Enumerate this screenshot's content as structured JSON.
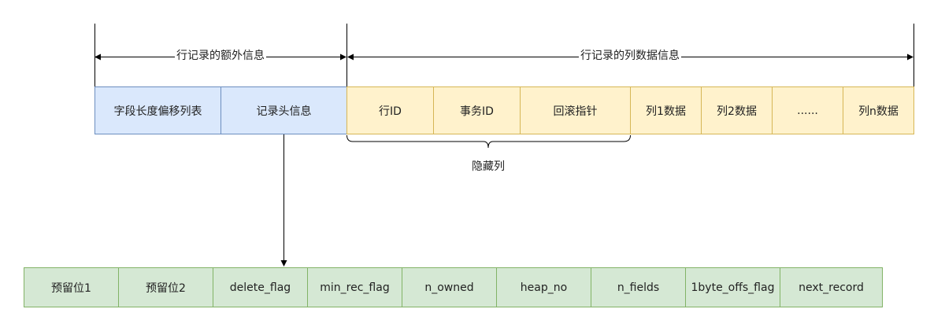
{
  "top_labels": {
    "extra_info": "行记录的额外信息",
    "column_data": "行记录的列数据信息"
  },
  "extra_boxes": [
    "字段长度偏移列表",
    "记录头信息"
  ],
  "data_boxes": [
    "行ID",
    "事务ID",
    "回滚指针",
    "列1数据",
    "列2数据",
    "......",
    "列n数据"
  ],
  "hidden_label": "隐藏列",
  "header_fields": [
    "预留位1",
    "预留位2",
    "delete_flag",
    "min_rec_flag",
    "n_owned",
    "heap_no",
    "n_fields",
    "1byte_offs_flag",
    "next_record"
  ],
  "colors": {
    "blue_fill": "#dae8fc",
    "yellow_fill": "#fff2cc",
    "green_fill": "#d5e8d4"
  }
}
